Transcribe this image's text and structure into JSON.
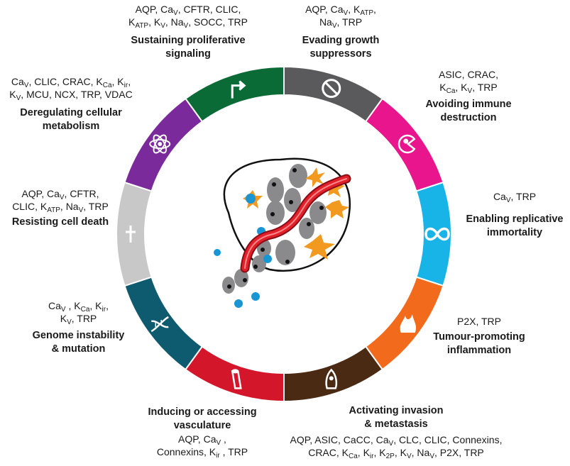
{
  "hallmarks": [
    {
      "key": "proliferative",
      "title": [
        "Sustaining proliferative",
        "signaling"
      ],
      "channels": [
        "AQP, Ca{V}, CFTR, CLIC,",
        "K{ATP}, K{V}, Na{V}, SOCC, TRP"
      ],
      "color": "#0b6b37",
      "icon": "bent-arrow-icon"
    },
    {
      "key": "growth-suppressors",
      "title": [
        "Evading growth",
        "suppressors"
      ],
      "channels": [
        "AQP, Ca{V}, K{ATP},",
        "Na{V}, TRP"
      ],
      "color": "#5a5a5c",
      "icon": "prohibition-icon"
    },
    {
      "key": "immune",
      "title": [
        "Avoiding immune",
        "destruction"
      ],
      "channels": [
        "ASIC, CRAC,",
        "K{Ca}, K{V}, TRP"
      ],
      "color": "#e8158c",
      "icon": "pacman-cell-icon"
    },
    {
      "key": "immortality",
      "title": [
        "Enabling replicative",
        "immortality"
      ],
      "channels": [
        "Ca{V}, TRP"
      ],
      "color": "#18b4e8",
      "icon": "infinity-icon"
    },
    {
      "key": "inflammation",
      "title": [
        "Tumour-promoting",
        "inflammation"
      ],
      "channels": [
        "P2X, TRP"
      ],
      "color": "#f26a1b",
      "icon": "flame-icon"
    },
    {
      "key": "invasion",
      "title": [
        "Activating invasion",
        "& metastasis"
      ],
      "channels": [
        "AQP, ASIC, CaCC, Ca{V}, CLC, CLIC, Connexins,",
        "CRAC, K{Ca}, K{ir}, K{2P}, K{V}, Na{V}, P2X, TRP"
      ],
      "color": "#4a2a12",
      "icon": "rocket-icon"
    },
    {
      "key": "vasculature",
      "title": [
        "Inducing or accessing",
        "vasculature"
      ],
      "channels": [
        "AQP, Ca{V} ,",
        "Connexins, K{ir} , TRP"
      ],
      "color": "#d4162a",
      "icon": "vessel-icon"
    },
    {
      "key": "genome",
      "title": [
        "Genome instability",
        "& mutation"
      ],
      "channels": [
        "Ca{V} , K{Ca}, K{ir},",
        "K{V}, TRP"
      ],
      "color": "#0e5a6e",
      "icon": "dna-icon"
    },
    {
      "key": "cell-death",
      "title": [
        "Resisting cell death"
      ],
      "channels": [
        "AQP, Ca{V}, CFTR,",
        "CLIC, K{ATP}, Na{V}, TRP"
      ],
      "color": "#c8c8c8",
      "icon": "cross-icon"
    },
    {
      "key": "metabolism",
      "title": [
        "Deregulating cellular",
        "metabolism"
      ],
      "channels": [
        "Ca{V}, CLIC, CRAC, K{Ca}, K{ir},",
        "K{V}, MCU, NCX, TRP, VDAC"
      ],
      "color": "#7b2a9c",
      "icon": "atom-icon"
    }
  ]
}
